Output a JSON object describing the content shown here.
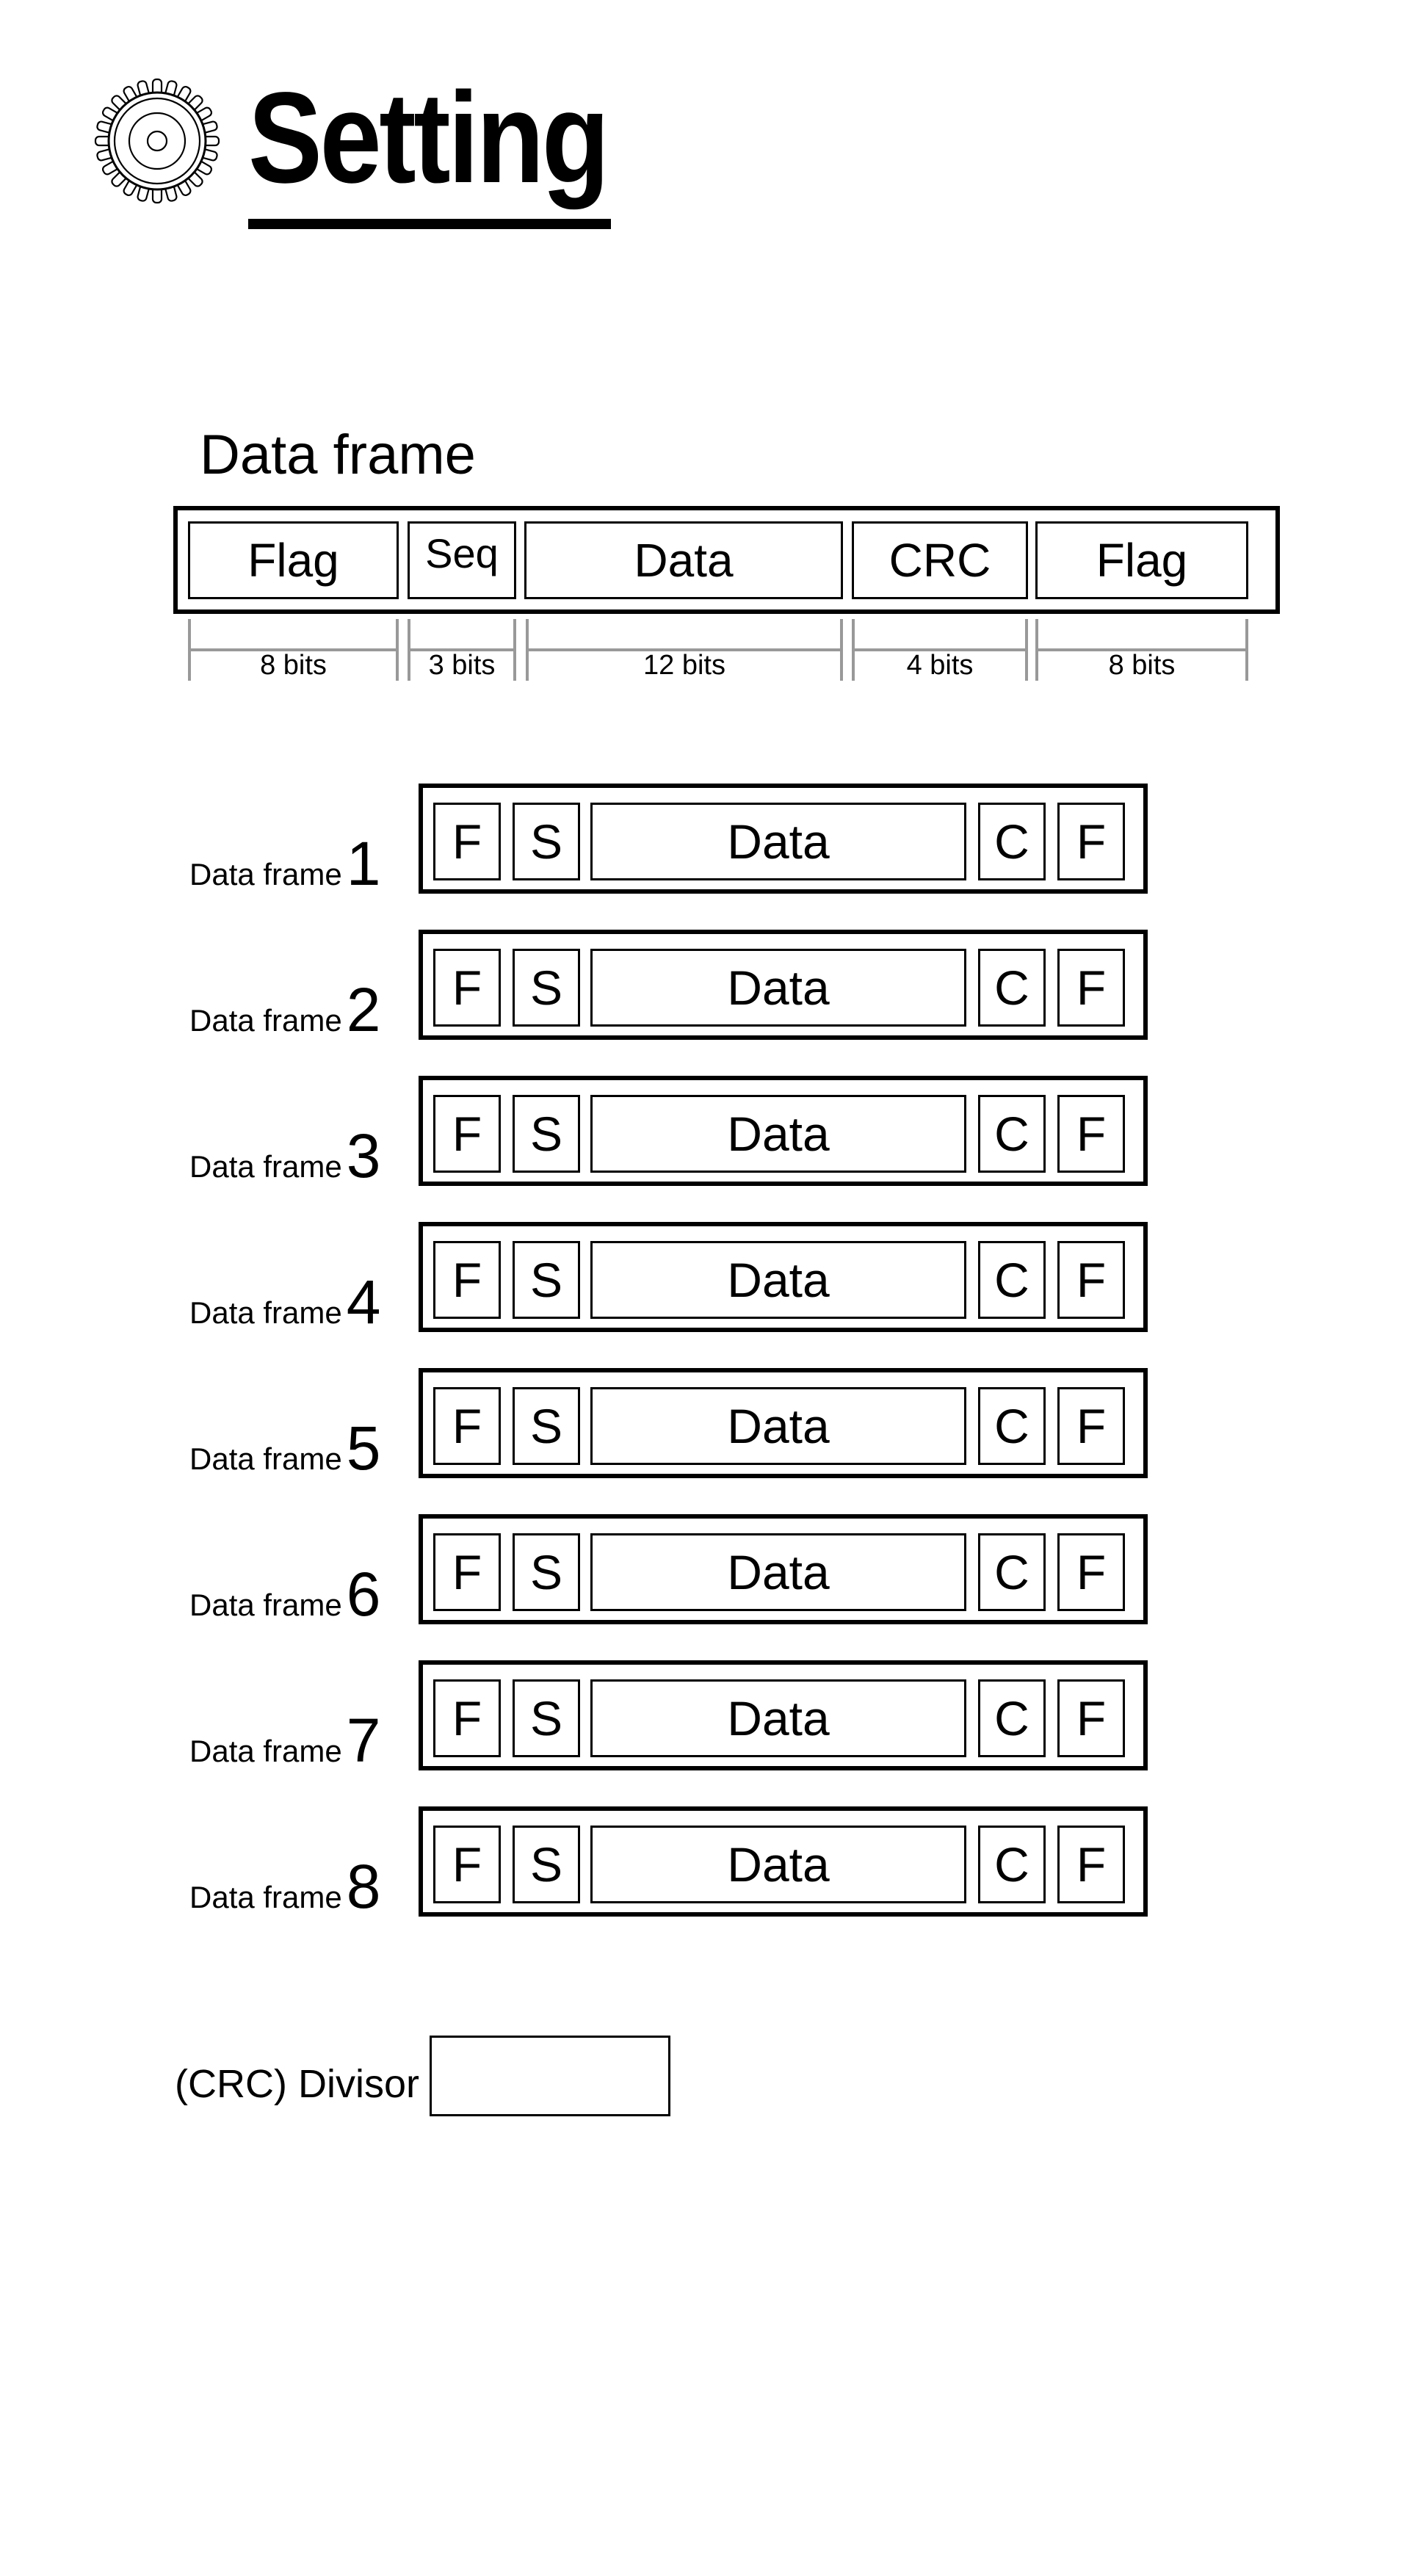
{
  "header": {
    "title": "Setting",
    "icon": "gear-icon"
  },
  "frame_structure": {
    "title": "Data frame",
    "fields": [
      {
        "label": "Flag",
        "bits": "8 bits"
      },
      {
        "label": "Seq",
        "bits": "3 bits"
      },
      {
        "label": "Data",
        "bits": "12 bits"
      },
      {
        "label": "CRC",
        "bits": "4 bits"
      },
      {
        "label": "Flag",
        "bits": "8 bits"
      }
    ]
  },
  "frames": [
    {
      "prefix": "Data frame",
      "number": "1",
      "cells": [
        "F",
        "S",
        "Data",
        "C",
        "F"
      ]
    },
    {
      "prefix": "Data frame",
      "number": "2",
      "cells": [
        "F",
        "S",
        "Data",
        "C",
        "F"
      ]
    },
    {
      "prefix": "Data frame",
      "number": "3",
      "cells": [
        "F",
        "S",
        "Data",
        "C",
        "F"
      ]
    },
    {
      "prefix": "Data frame",
      "number": "4",
      "cells": [
        "F",
        "S",
        "Data",
        "C",
        "F"
      ]
    },
    {
      "prefix": "Data frame",
      "number": "5",
      "cells": [
        "F",
        "S",
        "Data",
        "C",
        "F"
      ]
    },
    {
      "prefix": "Data frame",
      "number": "6",
      "cells": [
        "F",
        "S",
        "Data",
        "C",
        "F"
      ]
    },
    {
      "prefix": "Data frame",
      "number": "7",
      "cells": [
        "F",
        "S",
        "Data",
        "C",
        "F"
      ]
    },
    {
      "prefix": "Data frame",
      "number": "8",
      "cells": [
        "F",
        "S",
        "Data",
        "C",
        "F"
      ]
    }
  ],
  "divisor": {
    "label": "(CRC) Divisor",
    "value": ""
  }
}
